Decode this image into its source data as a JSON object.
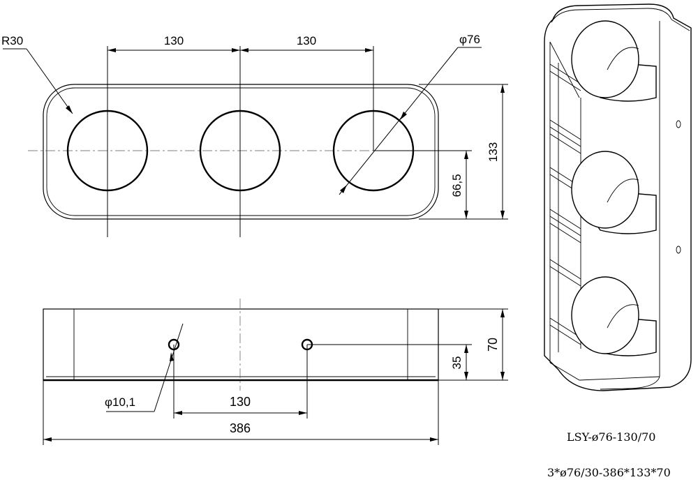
{
  "top_view": {
    "radius_label": "R30",
    "pitch_left_label": "130",
    "pitch_right_label": "130",
    "hole_diameter_label": "φ76",
    "height_label": "133",
    "half_height_label": "66,5"
  },
  "front_view": {
    "height_label": "70",
    "hole_height_label": "35",
    "small_hole_label": "φ10,1",
    "hole_spacing_label": "130",
    "length_label": "386"
  },
  "model": {
    "code": "LSY-ø76-130/70",
    "spec": "3*ø76/30-386*133*70"
  }
}
